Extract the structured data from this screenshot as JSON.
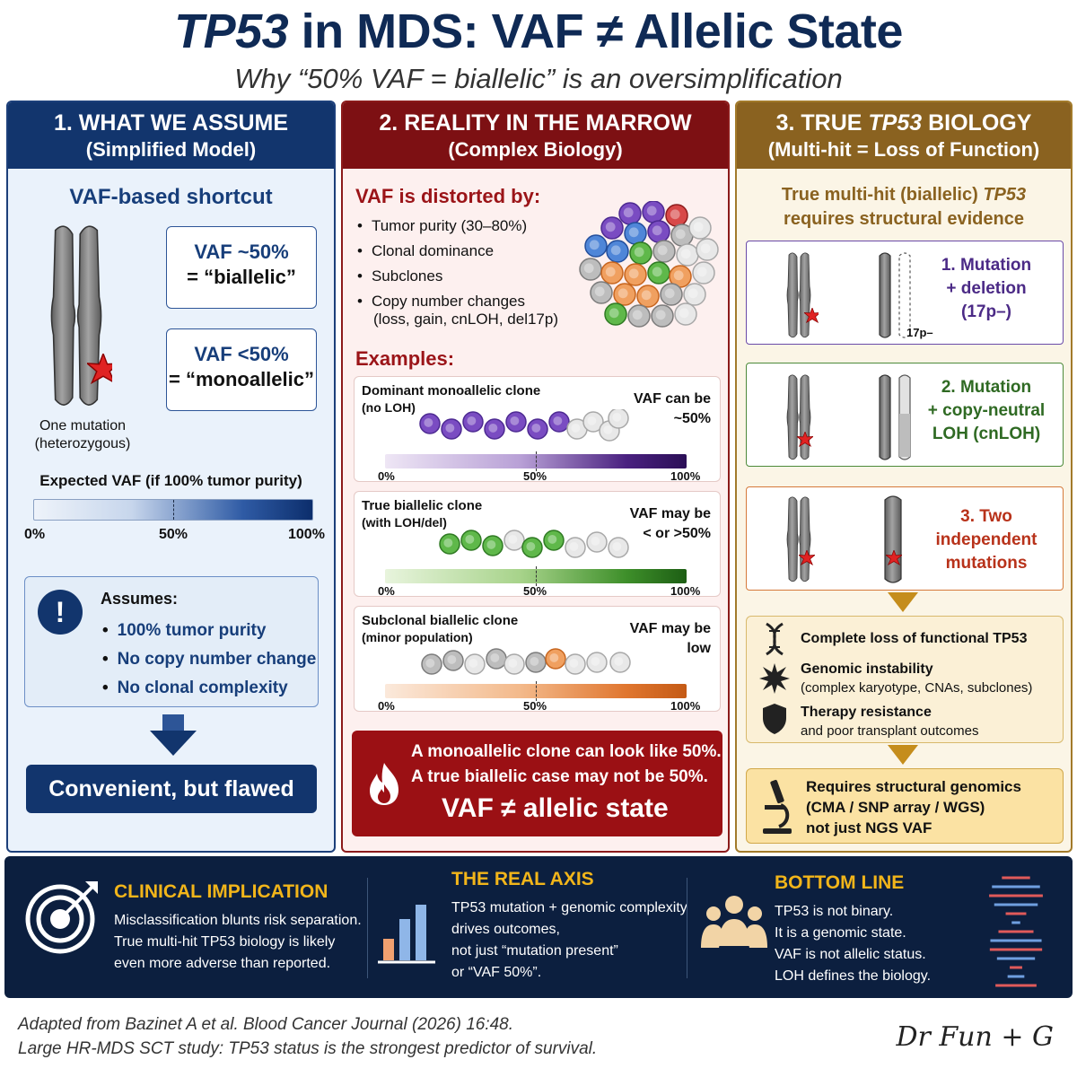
{
  "header": {
    "title_em": "TP53",
    "title_rest": " in MDS: VAF ≠ Allelic State",
    "subtitle": "Why “50% VAF = biallelic” is an oversimplification"
  },
  "panel1": {
    "heading_line1": "1. WHAT WE ASSUME",
    "heading_line2": "(Simplified Model)",
    "shortcut": "VAF-based shortcut",
    "box1_a": "VAF ~50%",
    "box1_b": "= “biallelic”",
    "box2_a": "VAF <50%",
    "box2_b": "= “monoallelic”",
    "mutation_line1": "One mutation",
    "mutation_line2": "(heterozygous)",
    "expected_label": "Expected VAF (if 100% tumor purity)",
    "ticks": [
      "0%",
      "50%",
      "100%"
    ],
    "assumes_title": "Assumes:",
    "assumes": [
      "100% tumor purity",
      "No copy number change",
      "No clonal complexity"
    ],
    "warning_symbol": "!",
    "conclusion": "Convenient, but flawed"
  },
  "panel2": {
    "heading_line1": "2. REALITY IN THE MARROW",
    "heading_line2": "(Complex Biology)",
    "distorted_title": "VAF is distorted by:",
    "distortions": [
      "Tumor purity (30–80%)",
      "Clonal dominance",
      "Subclones"
    ],
    "distortion_last_a": "Copy number changes",
    "distortion_last_b": "(loss, gain, cnLOH, del17p)",
    "examples_title": "Examples:",
    "examples": [
      {
        "title": "Dominant monoallelic clone",
        "sub": "(no LOH)",
        "note_a": "VAF can be",
        "note_b": "~50%"
      },
      {
        "title": "True biallelic clone",
        "sub": "(with LOH/del)",
        "note_a": "VAF may be",
        "note_b": "< or >50%"
      },
      {
        "title": "Subclonal biallelic clone",
        "sub": "(minor population)",
        "note_a": "VAF may be",
        "note_b": "low"
      }
    ],
    "ticks": [
      "0%",
      "50%",
      "100%"
    ],
    "alert_line1": "A monoallelic clone can look like 50%.",
    "alert_line2": "A true biallelic case may  not be 50%.",
    "alert_line3": "VAF ≠ allelic state"
  },
  "panel3": {
    "heading_line1_pre": "3. TRUE ",
    "heading_line1_em": "TP53",
    "heading_line1_post": " BIOLOGY",
    "heading_line2": "(Multi-hit = Loss of Function)",
    "intro_pre": "True multi-hit (biallelic) ",
    "intro_em": "TP53",
    "intro_line2": "requires structural evidence",
    "mechanisms": [
      {
        "l1": "1. Mutation",
        "l2": "+ deletion",
        "l3": "(17p–)",
        "color": "#4b2a86"
      },
      {
        "l1": "2. Mutation",
        "l2": "+ copy-neutral",
        "l3": "LOH (cnLOH)",
        "color": "#2f6a23"
      },
      {
        "l1": "3. Two",
        "l2": "independent",
        "l3": "mutations",
        "color": "#b8321a"
      }
    ],
    "deletion_label": "17p–",
    "outcomes": [
      {
        "a": "Complete loss of functional TP53",
        "b": ""
      },
      {
        "a": "Genomic instability",
        "b": "(complex karyotype, CNAs, subclones)"
      },
      {
        "a": "Therapy resistance",
        "b": "and poor transplant outcomes"
      }
    ],
    "structural_l1": "Requires structural genomics",
    "structural_l2": "(CMA / SNP array / WGS)",
    "structural_l3": "not just NGS VAF"
  },
  "bottom": {
    "clinical_title": "CLINICAL IMPLICATION",
    "clinical_lines": [
      "Misclassification blunts risk separation.",
      "True multi-hit TP53 biology is likely",
      "even more adverse than reported."
    ],
    "axis_title": "THE REAL AXIS",
    "axis_lines": [
      "TP53 mutation + genomic complexity",
      "drives outcomes,",
      "not just “mutation present”",
      "or “VAF 50%”."
    ],
    "bottom_title": "BOTTOM LINE",
    "bottom_lines": [
      "TP53 is not binary.",
      "It is a genomic state.",
      "VAF is not allelic status.",
      "LOH defines the biology."
    ]
  },
  "footer": {
    "citation_line1": "Adapted from Bazinet A et al. Blood Cancer Journal (2026) 16:48.",
    "citation_line2": "Large HR-MDS SCT study: TP53 status is the strongest predictor of survival.",
    "signature": "Dr Fun + G"
  },
  "colors": {
    "navy": "#12356d",
    "maroon": "#7d1013",
    "gold": "#8a6220",
    "accent_yellow": "#f2b51a"
  }
}
